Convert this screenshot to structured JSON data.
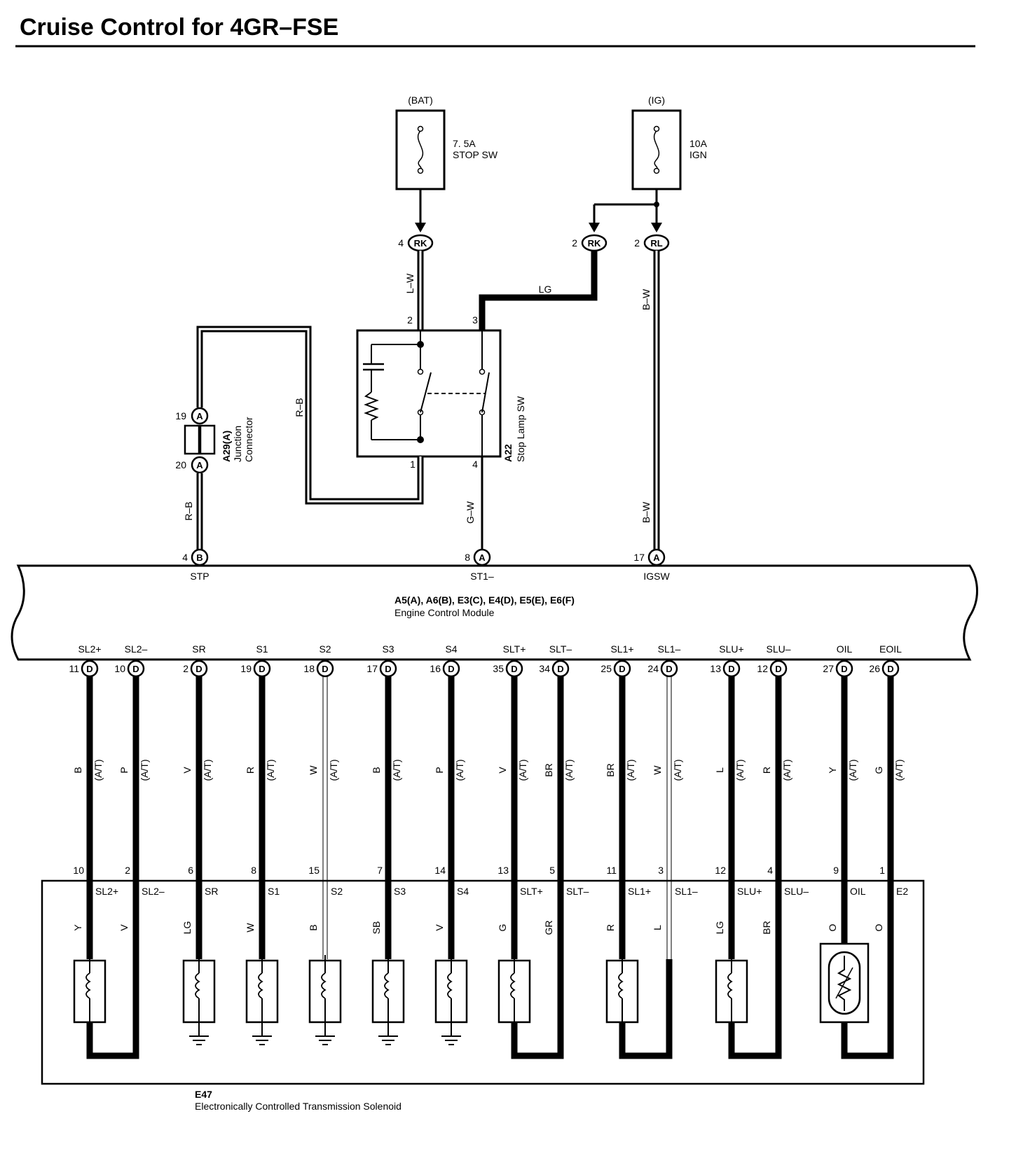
{
  "title": "Cruise Control for 4GR–FSE",
  "fuses": [
    {
      "source": "(BAT)",
      "rating": "7. 5A",
      "name": "STOP SW"
    },
    {
      "source": "(IG)",
      "rating": "10A",
      "name": "IGN"
    }
  ],
  "connectors_top": [
    {
      "pin": "4",
      "conn": "RK"
    },
    {
      "pin": "2",
      "conn": "RK"
    },
    {
      "pin": "2",
      "conn": "RL"
    }
  ],
  "wires_top": {
    "lw": "L–W",
    "lg": "LG",
    "bw1": "B–W",
    "bw2": "B–W",
    "gw": "G–W",
    "rb1": "R–B",
    "rb2": "R–B"
  },
  "stop_lamp_sw": {
    "id": "A22",
    "name": "Stop Lamp SW",
    "pins": [
      "2",
      "3",
      "1",
      "4"
    ]
  },
  "junction": {
    "id": "A29(A)",
    "name1": "Junction",
    "name2": "Connector",
    "pin_top": "19",
    "pin_bottom": "20",
    "conn": "A"
  },
  "ecm": {
    "ids": "A5(A), A6(B), E3(C), E4(D), E5(E), E6(F)",
    "name": "Engine Control Module",
    "top_pins": [
      {
        "pin": "4",
        "conn": "B",
        "label": "STP"
      },
      {
        "pin": "8",
        "conn": "A",
        "label": "ST1–"
      },
      {
        "pin": "17",
        "conn": "A",
        "label": "IGSW"
      }
    ],
    "bottom_pins": [
      {
        "label": "SL2+",
        "pin": "11",
        "conn": "D",
        "wire": "B",
        "note": "(A/T)",
        "e47_pin": "10",
        "e47_label": "SL2+",
        "e47_wire": "Y"
      },
      {
        "label": "SL2–",
        "pin": "10",
        "conn": "D",
        "wire": "P",
        "note": "(A/T)",
        "e47_pin": "2",
        "e47_label": "SL2–",
        "e47_wire": "V"
      },
      {
        "label": "SR",
        "pin": "2",
        "conn": "D",
        "wire": "V",
        "note": "(A/T)",
        "e47_pin": "6",
        "e47_label": "SR",
        "e47_wire": "LG"
      },
      {
        "label": "S1",
        "pin": "19",
        "conn": "D",
        "wire": "R",
        "note": "(A/T)",
        "e47_pin": "8",
        "e47_label": "S1",
        "e47_wire": "W"
      },
      {
        "label": "S2",
        "pin": "18",
        "conn": "D",
        "wire": "W",
        "note": "(A/T)",
        "e47_pin": "15",
        "e47_label": "S2",
        "e47_wire": "B"
      },
      {
        "label": "S3",
        "pin": "17",
        "conn": "D",
        "wire": "B",
        "note": "(A/T)",
        "e47_pin": "7",
        "e47_label": "S3",
        "e47_wire": "SB"
      },
      {
        "label": "S4",
        "pin": "16",
        "conn": "D",
        "wire": "P",
        "note": "(A/T)",
        "e47_pin": "14",
        "e47_label": "S4",
        "e47_wire": "V"
      },
      {
        "label": "SLT+",
        "pin": "35",
        "conn": "D",
        "wire": "V",
        "note": "(A/T)",
        "e47_pin": "13",
        "e47_label": "SLT+",
        "e47_wire": "G"
      },
      {
        "label": "SLT–",
        "pin": "34",
        "conn": "D",
        "wire": "BR",
        "note": "(A/T)",
        "e47_pin": "5",
        "e47_label": "SLT–",
        "e47_wire": "GR"
      },
      {
        "label": "SL1+",
        "pin": "25",
        "conn": "D",
        "wire": "BR",
        "note": "(A/T)",
        "e47_pin": "11",
        "e47_label": "SL1+",
        "e47_wire": "R"
      },
      {
        "label": "SL1–",
        "pin": "24",
        "conn": "D",
        "wire": "W",
        "note": "(A/T)",
        "e47_pin": "3",
        "e47_label": "SL1–",
        "e47_wire": "L"
      },
      {
        "label": "SLU+",
        "pin": "13",
        "conn": "D",
        "wire": "L",
        "note": "(A/T)",
        "e47_pin": "12",
        "e47_label": "SLU+",
        "e47_wire": "LG"
      },
      {
        "label": "SLU–",
        "pin": "12",
        "conn": "D",
        "wire": "R",
        "note": "(A/T)",
        "e47_pin": "4",
        "e47_label": "SLU–",
        "e47_wire": "BR"
      },
      {
        "label": "OIL",
        "pin": "27",
        "conn": "D",
        "wire": "Y",
        "note": "(A/T)",
        "e47_pin": "9",
        "e47_label": "OIL",
        "e47_wire": "O"
      },
      {
        "label": "EOIL",
        "pin": "26",
        "conn": "D",
        "wire": "G",
        "note": "(A/T)",
        "e47_pin": "1",
        "e47_label": "E2",
        "e47_wire": "O"
      }
    ]
  },
  "e47": {
    "id": "E47",
    "name": "Electronically Controlled Transmission Solenoid"
  }
}
